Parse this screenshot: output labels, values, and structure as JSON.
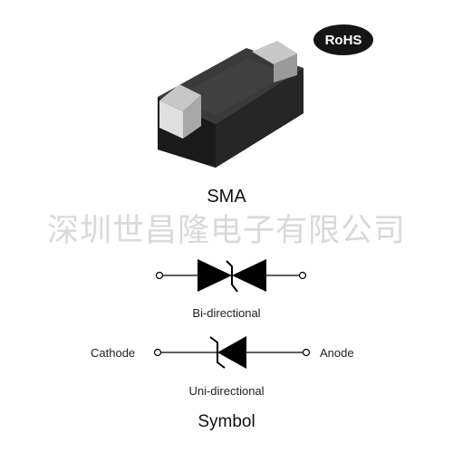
{
  "badge": {
    "text": "RoHS"
  },
  "package": {
    "label": "SMA"
  },
  "watermark": {
    "text": "深圳世昌隆电子有限公司"
  },
  "symbols": {
    "bi": {
      "label": "Bi-directional"
    },
    "uni": {
      "label": "Uni-directional",
      "left_terminal": "Cathode",
      "right_terminal": "Anode"
    }
  },
  "footer": {
    "label": "Symbol"
  },
  "colors": {
    "ink": "#000000",
    "body": "#1c1c1c",
    "lead": "#bdbdbd",
    "watermark": "#d9d9d9",
    "text": "#222222"
  }
}
